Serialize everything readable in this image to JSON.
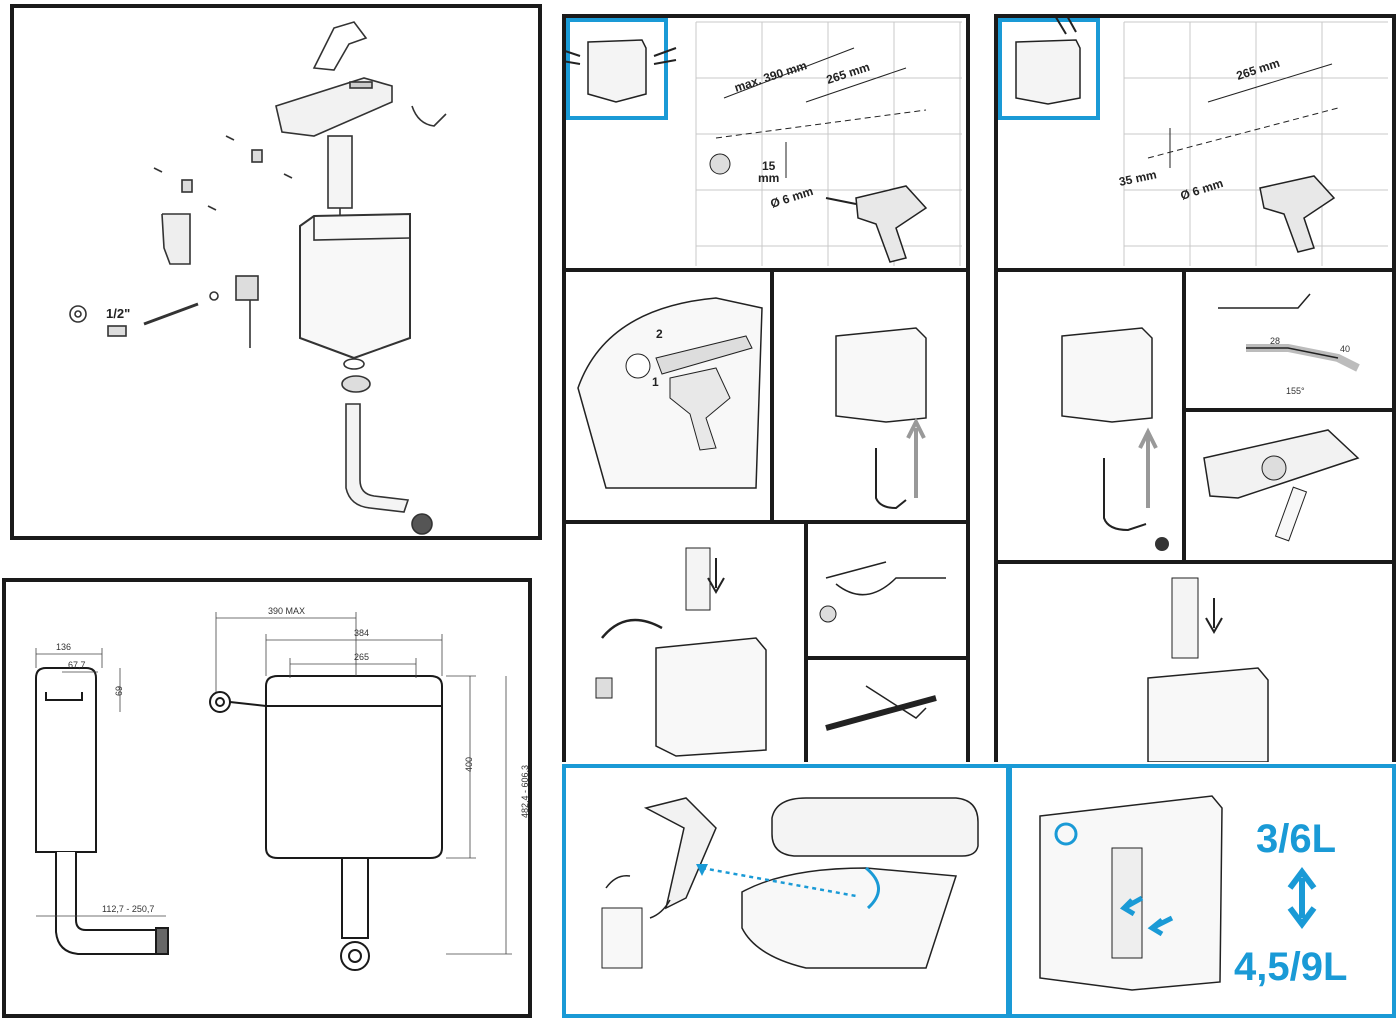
{
  "exploded": {
    "inlet_size": "1/2\""
  },
  "install_a": {
    "max_spacing": "max. 390 mm",
    "spacing": "265 mm",
    "height_15": "15",
    "height_mm": "mm",
    "drill": "Ø 6 mm",
    "step_1": "1",
    "step_2": "2"
  },
  "install_b": {
    "spacing": "265 mm",
    "height": "35 mm",
    "drill": "Ø 6 mm",
    "pipe_28": "28",
    "pipe_40": "40",
    "angle": "155°"
  },
  "technical": {
    "depth": "136",
    "inner_depth": "67,7",
    "top": "69",
    "outlet_offset": "112,7 - 250,7",
    "max_width": "390 MAX",
    "width": "384",
    "fix_spacing": "265",
    "height": "400",
    "total_height": "482,4 - 606,3"
  },
  "volume": {
    "low": "3/6L",
    "high": "4,5/9L"
  },
  "colors": {
    "accent": "#1a9ad6",
    "line": "#1a1a1a"
  }
}
